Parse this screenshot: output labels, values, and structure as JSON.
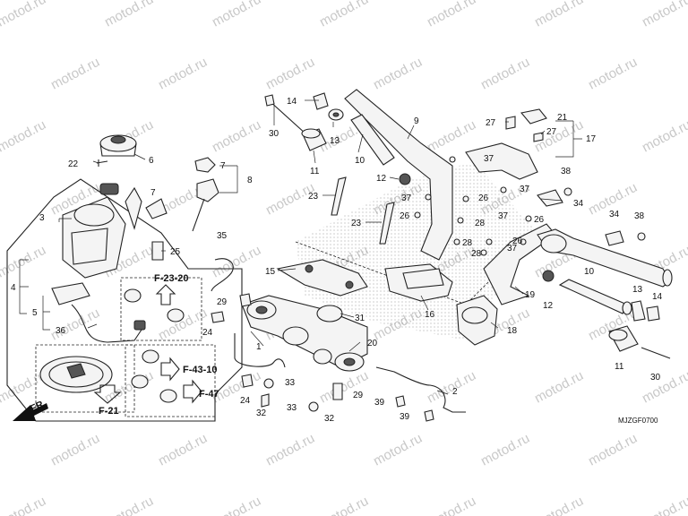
{
  "watermark": {
    "text": "motod.ru",
    "color": "#c8c8c8"
  },
  "diagram_code": "MJZGF0700",
  "front_indicator": "FR.",
  "references": [
    "F-23-20",
    "F-43-10",
    "F-47",
    "F-21"
  ],
  "callouts": [
    "1",
    "2",
    "3",
    "4",
    "5",
    "6",
    "7",
    "8",
    "9",
    "10",
    "11",
    "12",
    "13",
    "14",
    "15",
    "16",
    "17",
    "18",
    "19",
    "20",
    "21",
    "22",
    "23",
    "24",
    "25",
    "26",
    "27",
    "28",
    "29",
    "30",
    "31",
    "32",
    "33",
    "34",
    "35",
    "36",
    "37",
    "38",
    "39"
  ]
}
